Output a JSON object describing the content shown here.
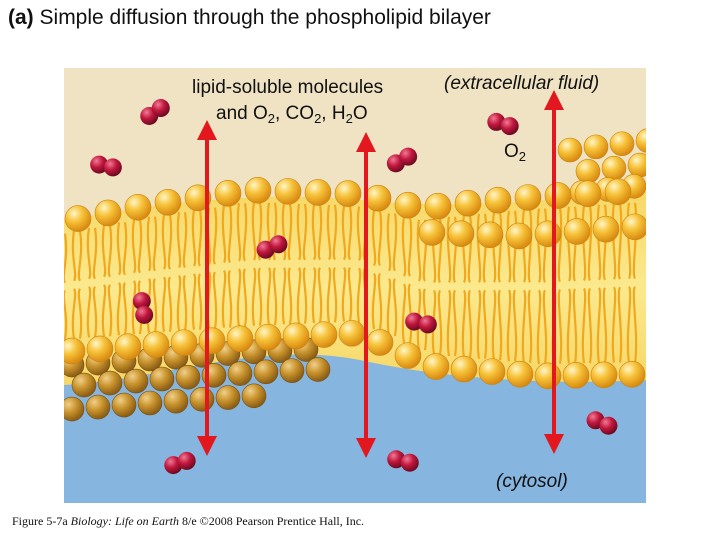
{
  "title": {
    "prefix": "(a)",
    "text": "Simple diffusion through the phospholipid bilayer"
  },
  "labels": {
    "lipid_line1": "lipid-soluble molecules",
    "lipid_line2_a": "and O",
    "sub2": "2",
    "sep": ", CO",
    "sep2": ", H",
    "tail": "O",
    "extracellular": "(extracellular fluid)",
    "o2": "O",
    "cytosol": "(cytosol)"
  },
  "caption": {
    "fig": "Figure 5-7a",
    "book": "Biology: Life on Earth",
    "rest": "8/e ©2008 Pearson Prentice Hall, Inc."
  },
  "colors": {
    "extracellular": "#efe3c4",
    "cytosol": "#86b6e0",
    "bilayer": "#f8e27a",
    "head": "#f5b523",
    "head_dark": "#c8922c",
    "molecule": "#c9173f",
    "arrow": "#e3181f"
  }
}
